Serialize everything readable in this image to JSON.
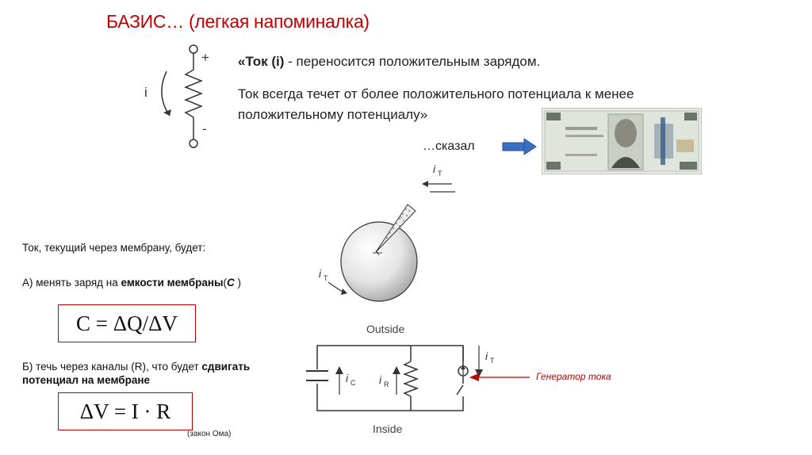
{
  "title": "БАЗИС… (легкая напоминалка)",
  "resistor": {
    "current_label": "i",
    "plus": "+",
    "minus": "-"
  },
  "statement": {
    "bold_prefix": "«Ток (i)",
    "rest": " - переносится положительным зарядом."
  },
  "explanation": "Ток всегда течет от более положительного потенциала к менее положительному потенциалу»",
  "said": "…сказал",
  "membrane_intro": "Ток, текущий через мембрану, будет:",
  "point_a": {
    "prefix": "А) менять заряд на ",
    "bold": "емкости мембраны",
    "paren_open": "(",
    "symbol": "C",
    "paren_close": " )"
  },
  "formula_c": "C = ΔQ/ΔV",
  "point_b": {
    "line1_prefix": "Б) течь через каналы (R), что будет ",
    "line1_bold": "сдвигать",
    "line2_bold": "потенциал на мембране"
  },
  "formula_v": "ΔV = I · R",
  "ohm_note": "(закон Ома)",
  "cell_diagram": {
    "current_top": "i",
    "current_top_sub": "T",
    "current_cell": "i",
    "current_cell_sub": "T"
  },
  "circuit": {
    "outside": "Outside",
    "inside": "Inside",
    "ic": "i",
    "ic_sub": "C",
    "ir": "i",
    "ir_sub": "R",
    "it": "i",
    "it_sub": "T"
  },
  "generator_label": "Генератор тока",
  "colors": {
    "title": "#c00000",
    "box_border": "#c00000",
    "arrow_blue": "#3a6fc4"
  }
}
